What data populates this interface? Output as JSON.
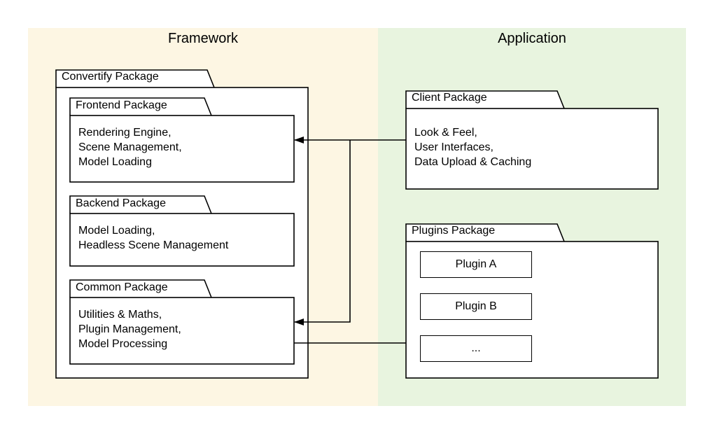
{
  "regions": {
    "framework": "Framework",
    "application": "Application"
  },
  "packages": {
    "convertify": {
      "title": "Convertify Package"
    },
    "frontend": {
      "title": "Frontend Package",
      "lines": [
        "Rendering Engine,",
        "Scene Management,",
        "Model Loading"
      ]
    },
    "backend": {
      "title": "Backend Package",
      "lines": [
        "Model Loading,",
        "Headless Scene Management"
      ]
    },
    "common": {
      "title": "Common Package",
      "lines": [
        "Utilities & Maths,",
        "Plugin Management,",
        "Model Processing"
      ]
    },
    "client": {
      "title": "Client Package",
      "lines": [
        "Look & Feel,",
        "User Interfaces,",
        "Data Upload & Caching"
      ]
    },
    "plugins": {
      "title": "Plugins Package",
      "items": [
        "Plugin A",
        "Plugin B",
        "..."
      ]
    }
  },
  "colors": {
    "framework_bg": "#fdf6e3",
    "application_bg": "#e8f4df",
    "stroke": "#000000"
  }
}
